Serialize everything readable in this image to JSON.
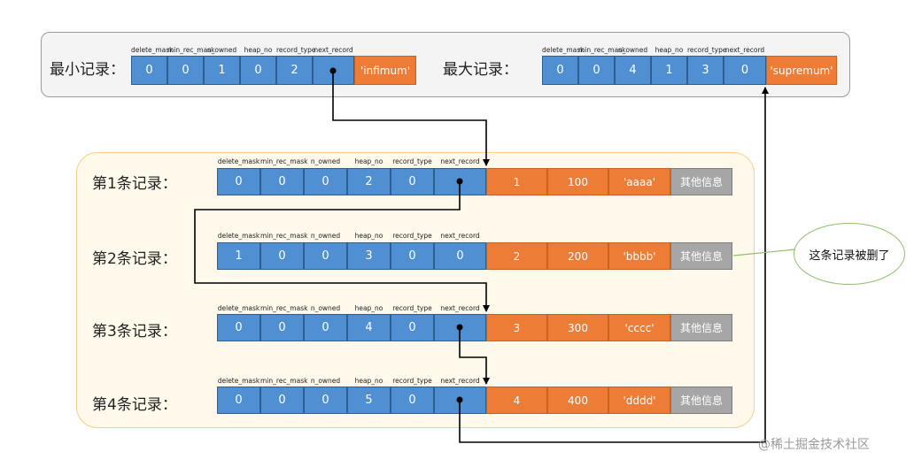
{
  "top": {
    "min_label": "最小记录：",
    "max_label": "最大记录：",
    "min_headers": [
      "delete_mask",
      "min_rec_mask",
      "n_owned",
      "heap_no",
      "record_type",
      "next_record"
    ],
    "min_values": [
      "0",
      "0",
      "1",
      "0",
      "2",
      ""
    ],
    "min_tail": "'infimum'",
    "max_headers": [
      "delete_mask",
      "min_rec_mask",
      "n_owned",
      "heap_no",
      "record_type",
      "next_record"
    ],
    "max_values": [
      "0",
      "0",
      "4",
      "1",
      "3",
      "0"
    ],
    "max_tail": "'supremum'"
  },
  "records": [
    {
      "label": "第1条记录：",
      "headers": [
        "delete_mask",
        "min_rec_mask",
        "n_owned",
        "heap_no",
        "record_type",
        "next_record"
      ],
      "values": [
        "0",
        "0",
        "0",
        "2",
        "0",
        ""
      ],
      "data": [
        "1",
        "100",
        "'aaaa'"
      ],
      "other": "其他信息"
    },
    {
      "label": "第2条记录：",
      "headers": [
        "delete_mask",
        "min_rec_mask",
        "n_owned",
        "heap_no",
        "record_type",
        "next_record"
      ],
      "values": [
        "1",
        "0",
        "0",
        "3",
        "0",
        "0"
      ],
      "data": [
        "2",
        "200",
        "'bbbb'"
      ],
      "other": "其他信息"
    },
    {
      "label": "第3条记录：",
      "headers": [
        "delete_mask",
        "min_rec_mask",
        "n_owned",
        "heap_no",
        "record_type",
        "next_record"
      ],
      "values": [
        "0",
        "0",
        "0",
        "4",
        "0",
        ""
      ],
      "data": [
        "3",
        "300",
        "'cccc'"
      ],
      "other": "其他信息"
    },
    {
      "label": "第4条记录：",
      "headers": [
        "delete_mask",
        "min_rec_mask",
        "n_owned",
        "heap_no",
        "record_type",
        "next_record"
      ],
      "values": [
        "0",
        "0",
        "0",
        "5",
        "0",
        ""
      ],
      "data": [
        "4",
        "400",
        "'dddd'"
      ],
      "other": "其他信息"
    }
  ],
  "callout": "这条记录被删了",
  "watermark": "@稀土掘金技术社区",
  "colors": {
    "header_cell": "#4f8fd2",
    "data_cell": "#ec7c36",
    "other_cell": "#a6a6a6",
    "top_panel": "#f4f4f4",
    "record_panel": "#fff9ec",
    "record_panel_border": "#f5cf83",
    "callout_border": "#8fbf6a"
  }
}
